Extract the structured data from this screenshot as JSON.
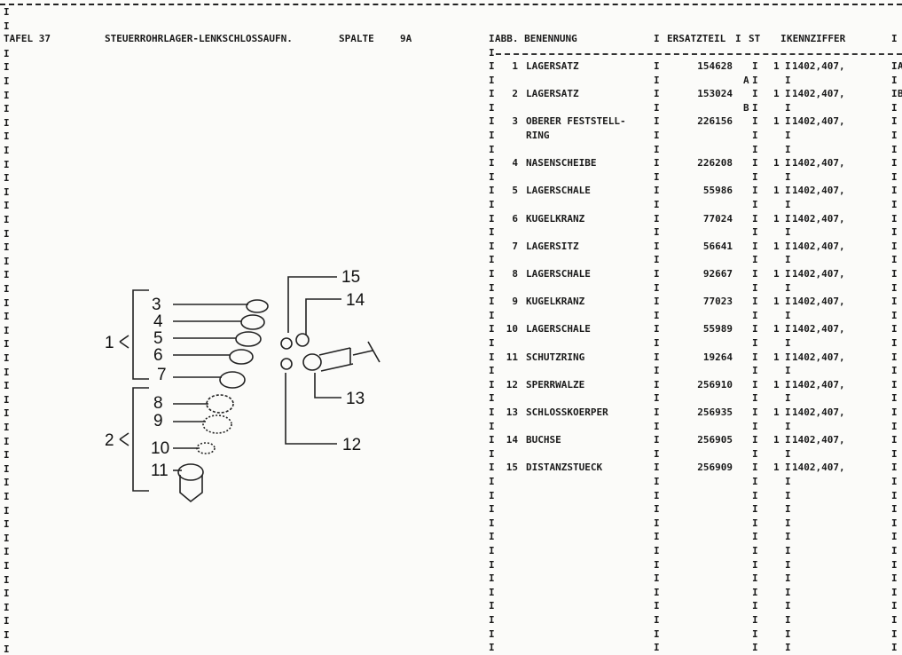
{
  "header": {
    "tafel_label": "TAFEL 37",
    "title": "STEUERROHRLAGER-LENKSCHLOSSAUFN.",
    "spalte_label": "SPALTE",
    "spalte_value": "9A"
  },
  "table": {
    "columns": {
      "abb_benennung": "ABB. BENENNUNG",
      "ersatzteil": "ERSATZTEIL",
      "st": "ST",
      "kennziffer": "KENNZIFFER",
      "last": "I"
    },
    "rows": [
      {
        "abb": "1",
        "name": "LAGERSATZ",
        "ersatzteil": "154628",
        "suffix": "A",
        "st": "1",
        "kennziffer": "1402,407,",
        "last": "A"
      },
      {
        "abb": "2",
        "name": "LAGERSATZ",
        "ersatzteil": "153024",
        "suffix": "B",
        "st": "1",
        "kennziffer": "1402,407,",
        "last": "B"
      },
      {
        "abb": "3",
        "name": "OBERER FESTSTELL-",
        "name2": "RING",
        "ersatzteil": "226156",
        "st": "1",
        "kennziffer": "1402,407,"
      },
      {
        "abb": "4",
        "name": "NASENSCHEIBE",
        "ersatzteil": "226208",
        "st": "1",
        "kennziffer": "1402,407,"
      },
      {
        "abb": "5",
        "name": "LAGERSCHALE",
        "ersatzteil": "55986",
        "st": "1",
        "kennziffer": "1402,407,"
      },
      {
        "abb": "6",
        "name": "KUGELKRANZ",
        "ersatzteil": "77024",
        "st": "1",
        "kennziffer": "1402,407,"
      },
      {
        "abb": "7",
        "name": "LAGERSITZ",
        "ersatzteil": "56641",
        "st": "1",
        "kennziffer": "1402,407,"
      },
      {
        "abb": "8",
        "name": "LAGERSCHALE",
        "ersatzteil": "92667",
        "st": "1",
        "kennziffer": "1402,407,"
      },
      {
        "abb": "9",
        "name": "KUGELKRANZ",
        "ersatzteil": "77023",
        "st": "1",
        "kennziffer": "1402,407,"
      },
      {
        "abb": "10",
        "name": "LAGERSCHALE",
        "ersatzteil": "55989",
        "st": "1",
        "kennziffer": "1402,407,"
      },
      {
        "abb": "11",
        "name": "SCHUTZRING",
        "ersatzteil": "19264",
        "st": "1",
        "kennziffer": "1402,407,"
      },
      {
        "abb": "12",
        "name": "SPERRWALZE",
        "ersatzteil": "256910",
        "st": "1",
        "kennziffer": "1402,407,"
      },
      {
        "abb": "13",
        "name": "SCHLOSSKOERPER",
        "ersatzteil": "256935",
        "st": "1",
        "kennziffer": "1402,407,"
      },
      {
        "abb": "14",
        "name": "BUCHSE",
        "ersatzteil": "256905",
        "st": "1",
        "kennziffer": "1402,407,"
      },
      {
        "abb": "15",
        "name": "DISTANZSTUECK",
        "ersatzteil": "256909",
        "st": "1",
        "kennziffer": "1402,407,"
      }
    ]
  },
  "diagram": {
    "labels": [
      "1",
      "2",
      "3",
      "4",
      "5",
      "6",
      "7",
      "8",
      "9",
      "10",
      "11",
      "12",
      "13",
      "14",
      "15"
    ]
  }
}
